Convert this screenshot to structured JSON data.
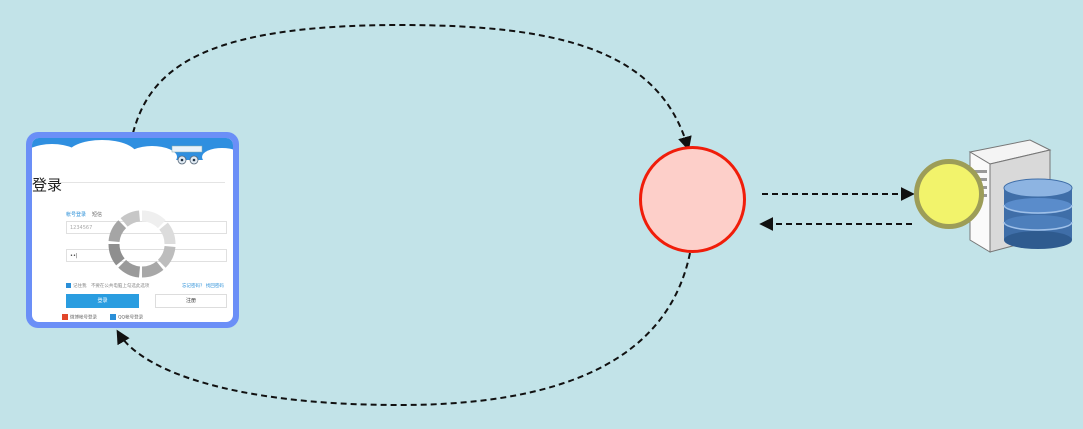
{
  "diagram": {
    "background_color": "#c2e3e8",
    "node_colors": {
      "middle": "#fdcfc9",
      "middle_border": "#f01d0a",
      "database": "#f2f36b",
      "database_border": "#9d9d58"
    },
    "arrow_style": "dashed"
  },
  "login_screenshot": {
    "title": "登录",
    "tab_account": "帐号登录",
    "tab_other": "短信",
    "username_value": "1234567",
    "password_value": "••|",
    "remember_label": "记住我",
    "remember_hint": "不要在公共电脑上勾选此选项",
    "forgot_link": "忘记密码？ 找回密码",
    "login_button": "登录",
    "register_button": "注册",
    "social_1": "微博帐号登录",
    "social_2": "QQ帐号登录"
  },
  "icons": {
    "loading": "loading-spinner-icon",
    "server": "server-icon",
    "database": "database-icon"
  }
}
